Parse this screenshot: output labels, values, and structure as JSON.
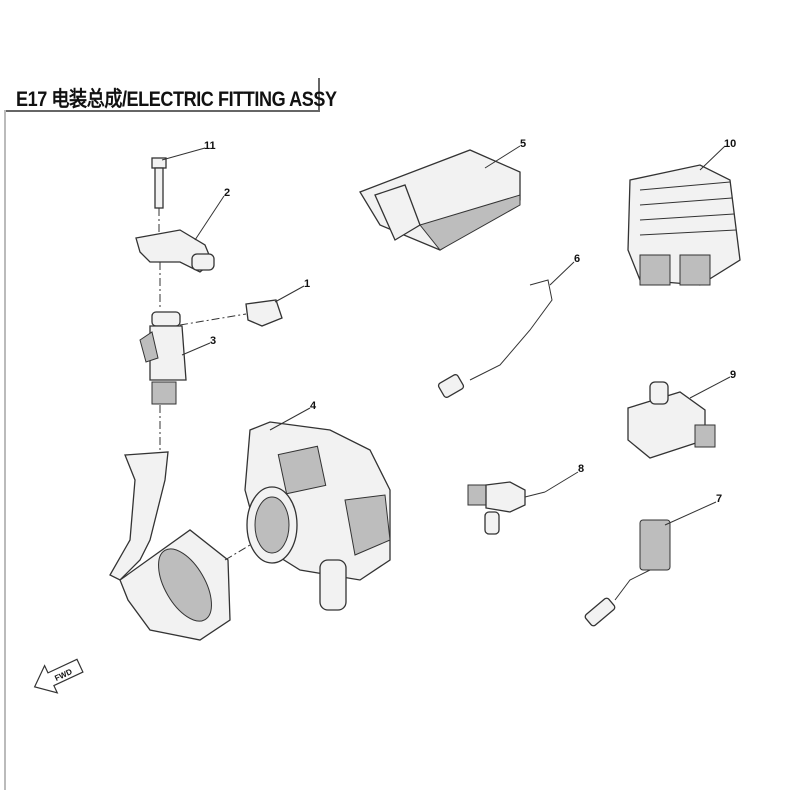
{
  "title": "E17 电装总成/ELECTRIC FITTING ASSY",
  "fwd_label": "FWD",
  "callouts": [
    "1",
    "2",
    "3",
    "4",
    "5",
    "6",
    "7",
    "8",
    "9",
    "10",
    "11"
  ]
}
